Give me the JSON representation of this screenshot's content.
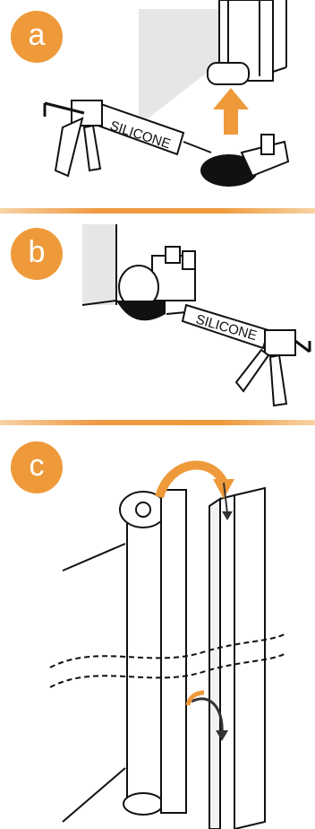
{
  "steps": [
    {
      "badge": "a",
      "tube_label": "SILICONE"
    },
    {
      "badge": "b",
      "tube_label": "SILICONE"
    },
    {
      "badge": "c"
    }
  ],
  "colors": {
    "accent": "#ee9a3a",
    "ink": "#111111",
    "wall": "#e6e6e6",
    "profile": "#f2f2f2"
  }
}
